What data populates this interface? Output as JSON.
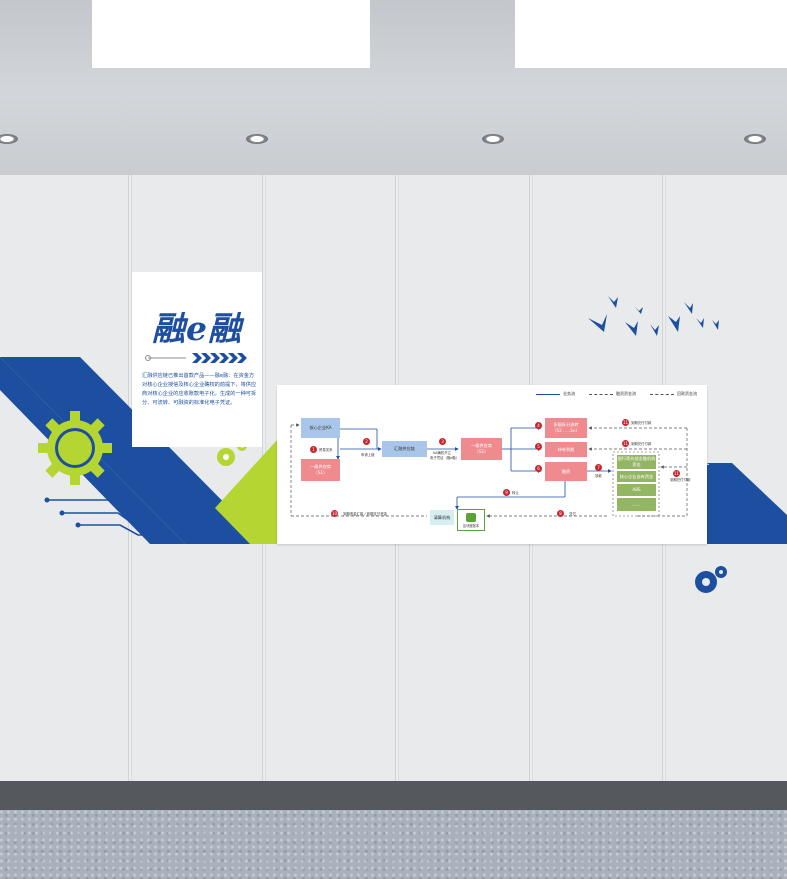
{
  "brand": {
    "title": "融e融"
  },
  "intro": {
    "text": "汇融供应链已推出首款产品——融e融：在资金方对核心企业授信及核心企业确权的前提下，将供应商对核心企业的应收账款电子化，生成的一种可拆分、可流转、可融资的标准化电子凭证。"
  },
  "legend": [
    {
      "label": "业务流"
    },
    {
      "label": "融资资金流"
    },
    {
      "label": "回款资金流"
    }
  ],
  "flow": {
    "core_enterprise": "核心企业KA",
    "tier1_left": "一级供应商",
    "tier1_left_sub": "（S1）",
    "platform": "汇融供应链",
    "tier1_right": "一级供应商",
    "tier1_right_sub": "（S1）",
    "multi_tier": "多级拆分流转",
    "multi_tier_sub": "（S2……Sn）",
    "hold": "持有到期",
    "finance": "融资",
    "bank_sub": "银行等外部金融机构资金",
    "core_fund": "核心企业自有资金",
    "abs": "ABS",
    "more": "……",
    "settlement": "清算机构",
    "ledger": "区块链账本",
    "notes": {
      "n1": "贸易关系",
      "n2": "申请上链",
      "n3a": "KA确权开立",
      "n3b": "电子凭证（融e融）",
      "n7": "放款",
      "n8": "兑付",
      "n9": "转让",
      "n10": "到期资金汇款 / 到期支付资金",
      "n11a": "到期兑付付款",
      "n11b": "到期兑付付款",
      "n11c": "到期兑付付款"
    },
    "badges": [
      "1",
      "2",
      "3",
      "4",
      "5",
      "6",
      "7",
      "8",
      "9",
      "10",
      "11",
      "11",
      "11"
    ]
  },
  "colors": {
    "brand_blue": "#1d4fa0",
    "lime": "#b5d533",
    "badge_red": "#c8262e"
  }
}
